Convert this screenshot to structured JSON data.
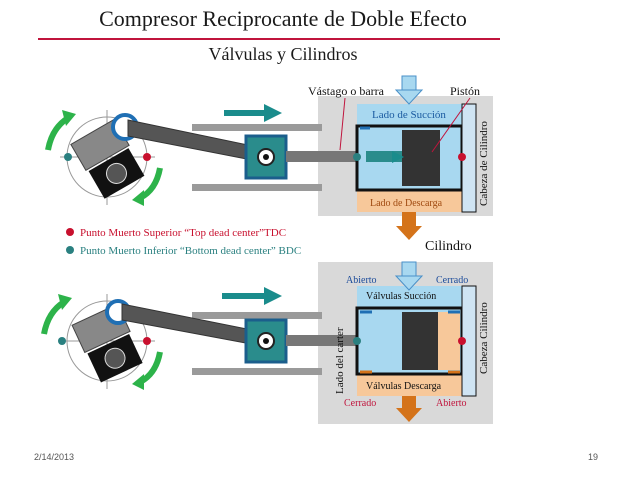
{
  "slide": {
    "title": "Compresor Reciprocante de Doble Efecto",
    "subtitle": "Válvulas y Cilindros",
    "date": "2/14/2013",
    "page": "19"
  },
  "top_diagram": {
    "rod_label": "Vástago o barra",
    "piston_label": "Pistón",
    "suction_side": "Lado de Succión",
    "discharge_side": "Lado de Descarga",
    "head_label": "Cabeza de Cilindro",
    "cylinder_label": "Cilindro"
  },
  "legend": {
    "tdc": "Punto Muerto Superior “Top dead center”TDC",
    "bdc": "Punto Muerto Inferior “Bottom dead center” BDC"
  },
  "bottom_diagram": {
    "open_left": "Abierto",
    "closed_right": "Cerrado",
    "suction_valves": "Válvulas Succión",
    "carter_side": "Lado del carter",
    "discharge_valves": "Válvulas Descarga",
    "closed_left": "Cerrado",
    "open_right": "Abierto",
    "head_label": "Cabeza Cilindro"
  },
  "colors": {
    "title_rule": "#c0143c",
    "tdc_dot": "#c8102e",
    "bdc_dot": "#2a8080",
    "arrow_green": "#2db34a",
    "arrow_teal": "#1a8c8c",
    "suction_fill": "#a8d8f0",
    "discharge_fill": "#f7c89a",
    "cylinder_panel": "#d9d9d9",
    "valve_arrow_blue": "#6ab4e8",
    "valve_arrow_orange": "#d4731a"
  },
  "icons": [
    "green-rotation-arrow-icon",
    "teal-direction-arrow-icon",
    "down-arrow-icon"
  ]
}
